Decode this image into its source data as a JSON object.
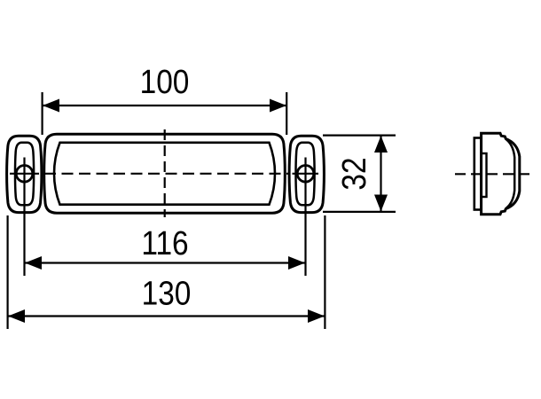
{
  "drawing": {
    "line_color": "#000000",
    "background_color": "#ffffff",
    "dimensions": {
      "lens_width": "100",
      "hole_spacing": "116",
      "overall_width": "130",
      "height": "32"
    }
  }
}
